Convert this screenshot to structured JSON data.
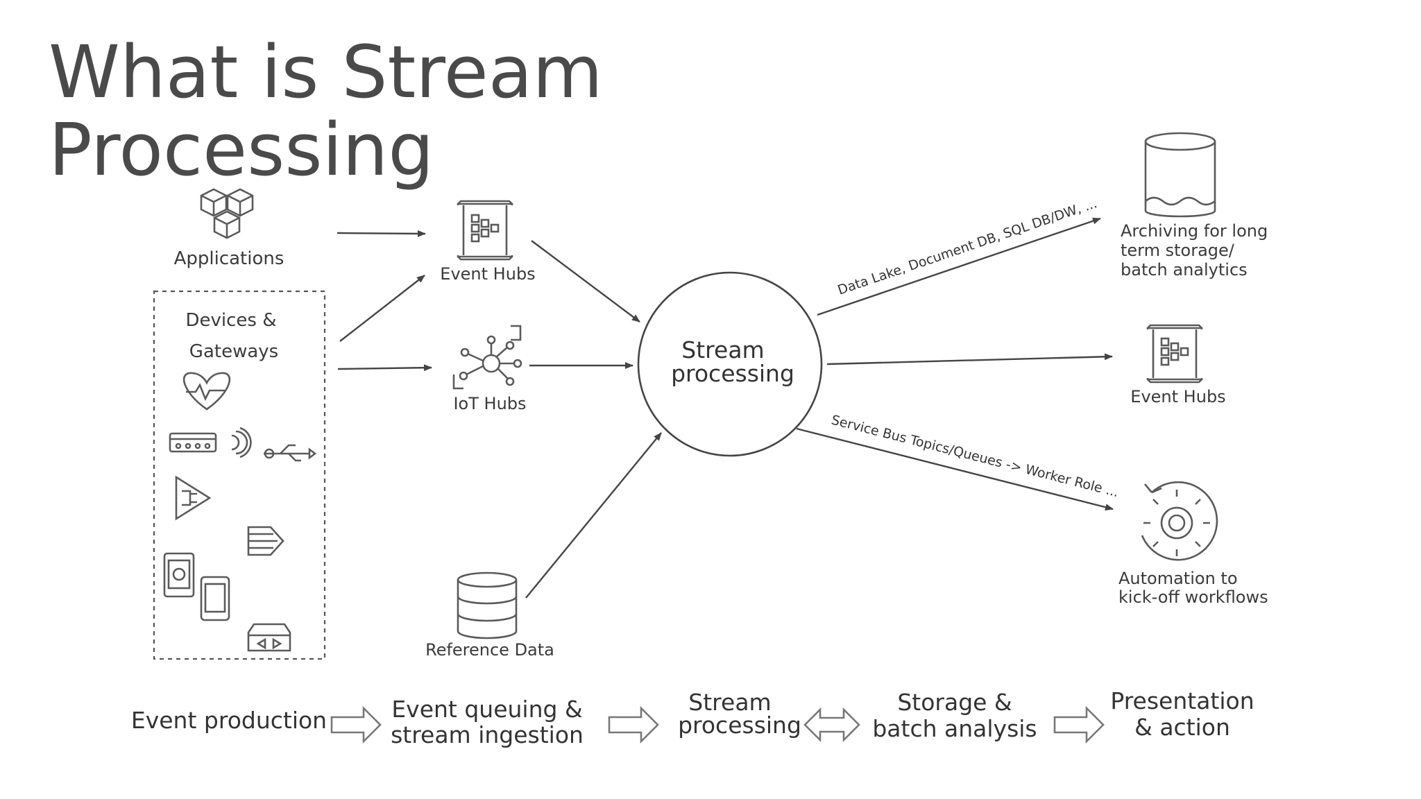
{
  "title": {
    "line1": "What is Stream",
    "line2": "Processing"
  },
  "sources": {
    "applications": "Applications",
    "devices_line1": "Devices &",
    "devices_line2": "Gateways"
  },
  "ingestion": {
    "event_hubs": "Event Hubs",
    "iot_hubs": "IoT Hubs",
    "reference_data": "Reference Data"
  },
  "center": {
    "line1": "Stream",
    "line2": "processing"
  },
  "edges": {
    "to_archive": "Data Lake, Document DB, SQL DB/DW, ...",
    "to_automation": "Service Bus Topics/Queues -> Worker Role ..."
  },
  "outputs": {
    "archive_line1": "Archiving for long",
    "archive_line2": "term storage/",
    "archive_line3": "batch analytics",
    "event_hubs": "Event Hubs",
    "automation_line1": "Automation to",
    "automation_line2": "kick-off workflows"
  },
  "stages": {
    "production": "Event production",
    "queuing_line1": "Event queuing &",
    "queuing_line2": "stream ingestion",
    "processing_line1": "Stream",
    "processing_line2": "processing",
    "storage_line1": "Storage &",
    "storage_line2": "batch analysis",
    "presentation_line1": "Presentation",
    "presentation_line2": "& action"
  },
  "icons": [
    "cubes-icon",
    "heart-monitor-icon",
    "router-icon",
    "wireless-signal-icon",
    "usb-icon",
    "plug-icon",
    "stack-arrow-icon",
    "tablet-icon",
    "phone-icon",
    "gateway-box-icon",
    "event-hubs-icon",
    "iot-hub-icon",
    "database-icon",
    "storage-bucket-icon",
    "gear-cycle-icon",
    "arrow-right-icon",
    "arrow-both-icon"
  ]
}
